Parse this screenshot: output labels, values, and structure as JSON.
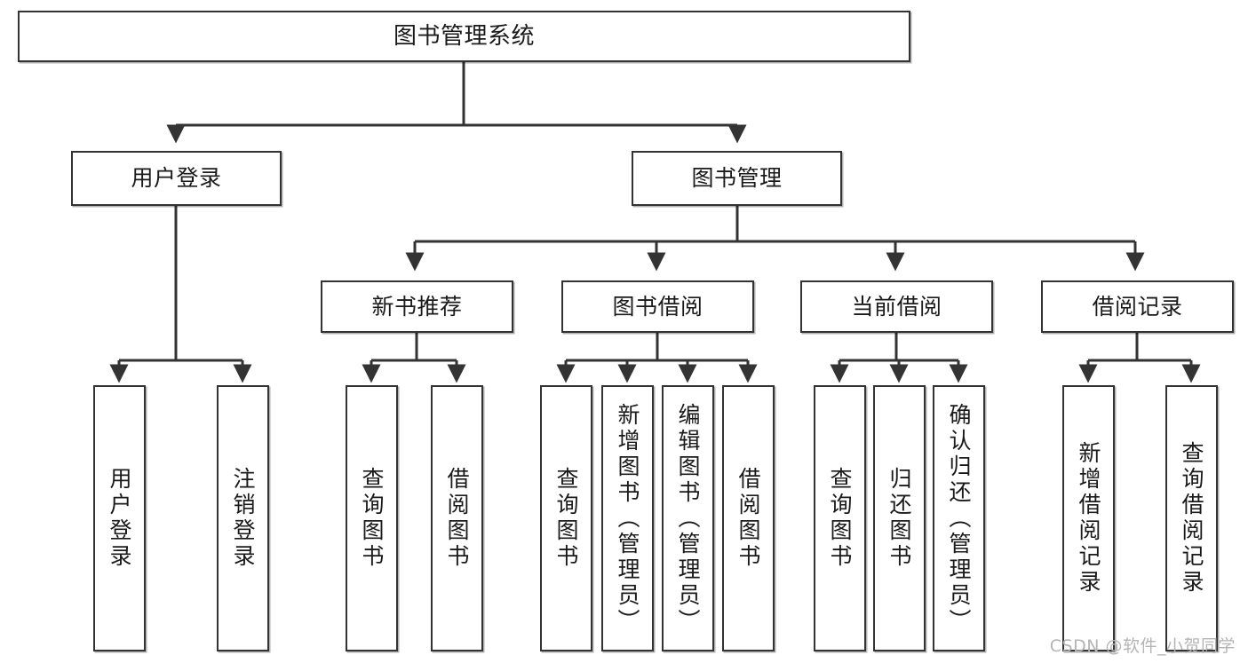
{
  "diagram": {
    "title": "图书管理系统",
    "type": "tree-hierarchy",
    "watermark": "CSDN @软件_小贺同学",
    "colors": {
      "node_border": "#333333",
      "node_fill": "#ffffff",
      "edge": "#333333",
      "text": "#1a1a1a",
      "watermark": "#b4b4b4",
      "background": "#ffffff"
    },
    "nodes": {
      "root": {
        "label": "图书管理系统"
      },
      "level2": [
        {
          "id": "user-login",
          "label": "用户登录"
        },
        {
          "id": "book-manage",
          "label": "图书管理"
        }
      ],
      "level3": [
        {
          "id": "new-book-rec",
          "label": "新书推荐"
        },
        {
          "id": "book-borrow",
          "label": "图书借阅"
        },
        {
          "id": "current-borrow",
          "label": "当前借阅"
        },
        {
          "id": "borrow-record",
          "label": "借阅记录"
        }
      ],
      "leaves": {
        "user_login": [
          {
            "id": "leaf-user-login",
            "label": "用户登录"
          },
          {
            "id": "leaf-logout-login",
            "label": "注销登录"
          }
        ],
        "new_book_rec": [
          {
            "id": "leaf-query-book-1",
            "label": "查询图书"
          },
          {
            "id": "leaf-borrow-book-1",
            "label": "借阅图书"
          }
        ],
        "book_borrow": [
          {
            "id": "leaf-query-book-2",
            "label": "查询图书"
          },
          {
            "id": "leaf-add-book",
            "label": "新增图书（管理员）"
          },
          {
            "id": "leaf-edit-book",
            "label": "编辑图书（管理员）"
          },
          {
            "id": "leaf-borrow-book-2",
            "label": "借阅图书"
          }
        ],
        "current_borrow": [
          {
            "id": "leaf-query-book-3",
            "label": "查询图书"
          },
          {
            "id": "leaf-return-book",
            "label": "归还图书"
          },
          {
            "id": "leaf-confirm-return",
            "label": "确认归还（管理员）"
          }
        ],
        "borrow_record": [
          {
            "id": "leaf-add-record",
            "label": "新增借阅记录"
          },
          {
            "id": "leaf-query-record",
            "label": "查询借阅记录"
          }
        ]
      }
    }
  }
}
